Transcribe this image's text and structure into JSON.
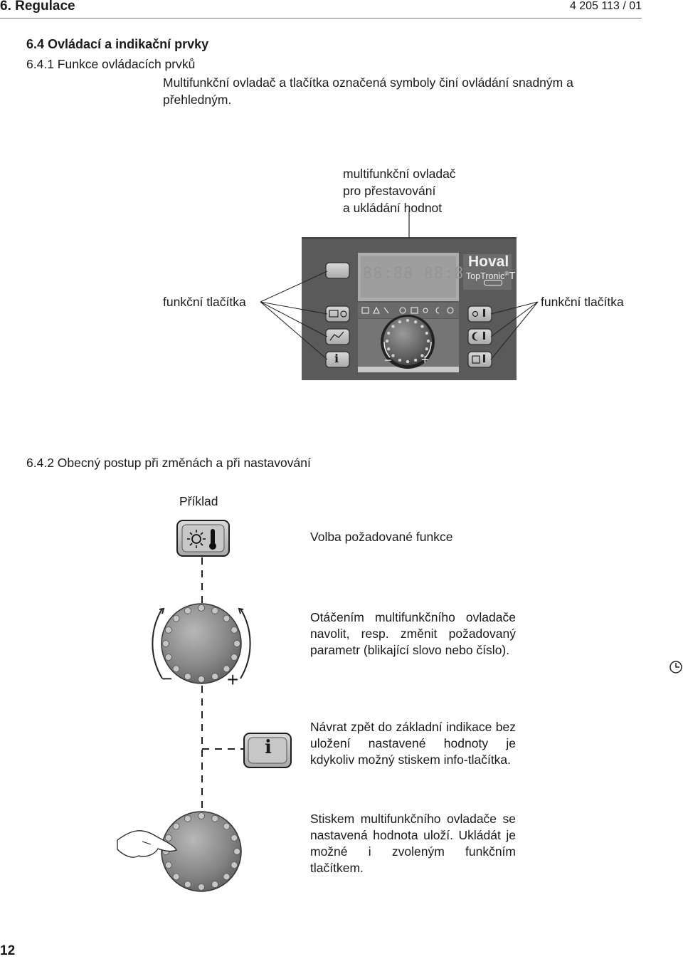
{
  "header": {
    "title": "6. Regulace",
    "doc_code": "4 205 113 / 01"
  },
  "section": {
    "title": "6.4  Ovládací a indikační prvky"
  },
  "subsection1": {
    "title": "6.4.1 Funkce ovládacích prvků",
    "intro": "Multifunkční ovladač a tlačítka označená symboly činí ovládání snadným a přehledným."
  },
  "panel": {
    "callout_knob": [
      "multifunkční ovladač",
      "pro přestavování",
      "a ukládání hodnot"
    ],
    "callout_left": "funkční tlačítka",
    "callout_right": "funkční tlačítka",
    "brand": "Hoval",
    "product": "TopTronic",
    "product_reg": "®",
    "product_suffix": "T",
    "display_digits": "88:88 88:8",
    "info_glyph": "i",
    "minus": "−",
    "plus": "+"
  },
  "subsection2": {
    "title": "6.4.2   Obecný postup při změnách a při nastavování"
  },
  "example": {
    "heading": "Příklad",
    "step1": "Volba požadované funkce",
    "step2": "Otáčením multifunkčního ovladače navolit, resp. změnit požadovaný parametr (blikající slovo nebo číslo).",
    "step3": "Návrat zpět do základní indikace bez uložení nastavené hodnoty je kdykoliv možný stiskem info-tlačítka.",
    "step4": "Stiskem multifunkčního ovladače se nastavená hodnota uloží. Ukládát je možné i zvoleným funkčním tlačítkem.",
    "info_glyph": "i",
    "minus": "−",
    "plus": "+"
  },
  "page_number": "12"
}
